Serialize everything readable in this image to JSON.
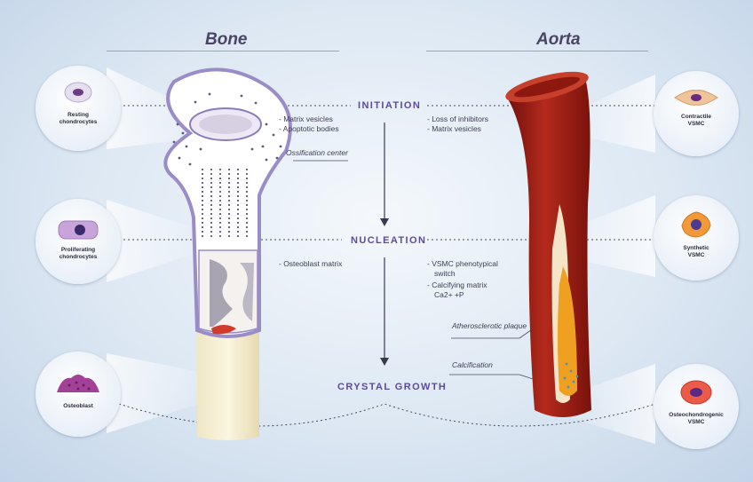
{
  "titles": {
    "left": "Bone",
    "right": "Aorta"
  },
  "stages": {
    "initiation": "INITIATION",
    "nucleation": "NUCLEATION",
    "crystal_growth": "CRYSTAL GROWTH"
  },
  "bone_notes": {
    "initiation_1": "- Matrix vesicles",
    "initiation_2": "- Apoptotic bodies",
    "ossification": "Ossification center",
    "nucleation_1": "- Osteoblast matrix"
  },
  "aorta_notes": {
    "initiation_1": "- Loss of inhibitors",
    "initiation_2": "- Matrix vesicles",
    "nucleation_1": "- VSMC phenotypical",
    "nucleation_2": "switch",
    "nucleation_3": "- Calcifying matrix",
    "nucleation_4": "Ca2+ +P",
    "plaque": "Atherosclerotic plaque",
    "calcification": "Calcification"
  },
  "cells_left": {
    "c1": {
      "line1": "Resting",
      "line2": "chondrocytes"
    },
    "c2": {
      "line1": "Proliferating",
      "line2": "chondrocytes"
    },
    "c3": {
      "line1": "Osteoblast"
    }
  },
  "cells_right": {
    "c1": {
      "line1": "Contractile",
      "line2": "VSMC"
    },
    "c2": {
      "line1": "Synthetic",
      "line2": "VSMC"
    },
    "c3": {
      "line1": "Osteochondrogenic",
      "line2": "VSMC"
    }
  },
  "colors": {
    "accent": "#5d4a9c",
    "bone_outline": "#9a8cc6",
    "aorta_red": "#9c1a14",
    "plaque": "#f0a020"
  }
}
